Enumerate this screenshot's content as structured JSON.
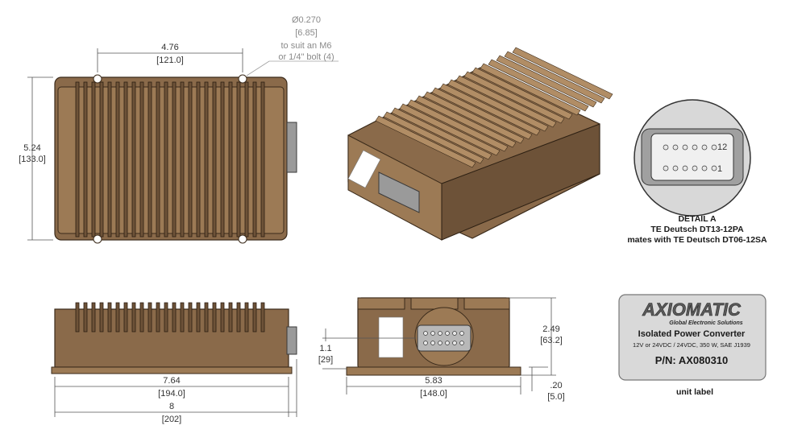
{
  "top_view": {
    "width_in": "4.76",
    "width_mm": "[121.0]",
    "height_in": "5.24",
    "height_mm": "[133.0]",
    "hole_note": [
      "Ø0.270",
      "[6.85]",
      "to suit an M6",
      "or 1/4\" bolt (4)"
    ]
  },
  "detail": {
    "title": "DETAIL A",
    "line1": "TE Deutsch DT13-12PA",
    "line2": "mates with TE Deutsch DT06-12SA",
    "pin_top": "12",
    "pin_bottom": "1"
  },
  "side_view": {
    "inner_in": "7.64",
    "inner_mm": "[194.0]",
    "overall_in": "8",
    "overall_mm": "[202]"
  },
  "front_view": {
    "conn_height_in": "1.1",
    "conn_height_mm": "[29]",
    "width_in": "5.83",
    "width_mm": "[148.0]",
    "height_in": "2.49",
    "height_mm": "[63.2]",
    "flange_in": ".20",
    "flange_mm": "[5.0]"
  },
  "unit_label": {
    "brand": "AXIOMATIC",
    "tagline": "Global Electronic Solutions",
    "product": "Isolated Power Converter",
    "spec": "12V or 24VDC / 24VDC, 350 W, SAE J1939",
    "part_number": "P/N: AX080310",
    "caption": "unit label",
    "colors": {
      "label_bg": "#d9d9d9",
      "label_border": "#777777"
    }
  },
  "colors": {
    "housing": "#8a6a4a",
    "housing_dark": "#6d5238"
  }
}
